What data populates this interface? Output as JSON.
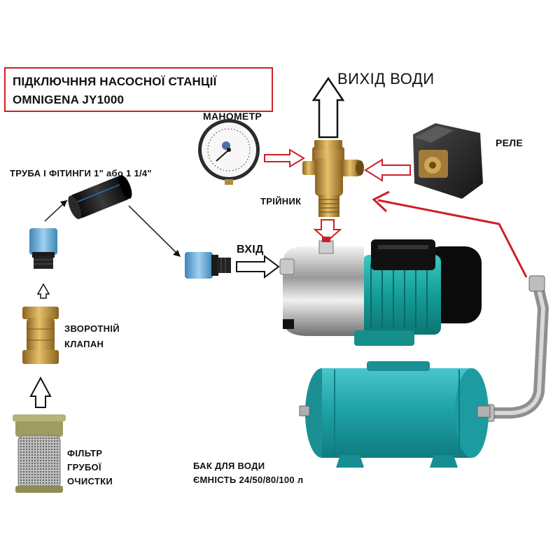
{
  "title": {
    "line1": "ПІДКЛЮЧННЯ НАСОСНОЇ СТАНЦІЇ",
    "line2": "OMNIGENA JY1000"
  },
  "labels": {
    "water_out": "ВИХІД ВОДИ",
    "manometer": "МАНОМЕТР",
    "relay": "РЕЛЕ",
    "pipe": "ТРУБА І ФІТИНГИ 1\" або 1 1/4\"",
    "tee": "ТРІЙНИК",
    "inlet": "ВХІД",
    "check_valve_1": "ЗВОРОТНІЙ",
    "check_valve_2": "КЛАПАН",
    "filter_1": "ФІЛЬТР",
    "filter_2": "ГРУБОЇ",
    "filter_3": "ОЧИСТКИ",
    "tank_1": "БАК ДЛЯ ВОДИ",
    "tank_2": "ЄМНІСТЬ 24/50/80/100 л"
  },
  "colors": {
    "red_accent": "#cc2027",
    "pump_teal": "#1aa7a1",
    "tank_teal": "#1fa3a8",
    "brass": "#c89a3c",
    "pipe_black": "#1c1c1c",
    "fitting_blue": "#5aa6d6"
  },
  "icons": {
    "manometer": "pressure-gauge-icon",
    "relay": "pressure-switch-icon",
    "tee": "brass-tee-icon",
    "pump": "water-pump-icon",
    "tank": "pressure-tank-icon",
    "pipe": "pipe-icon",
    "fitting": "pipe-fitting-icon",
    "check_valve": "check-valve-icon",
    "filter": "strainer-filter-icon",
    "hose": "flexible-hose-icon"
  }
}
